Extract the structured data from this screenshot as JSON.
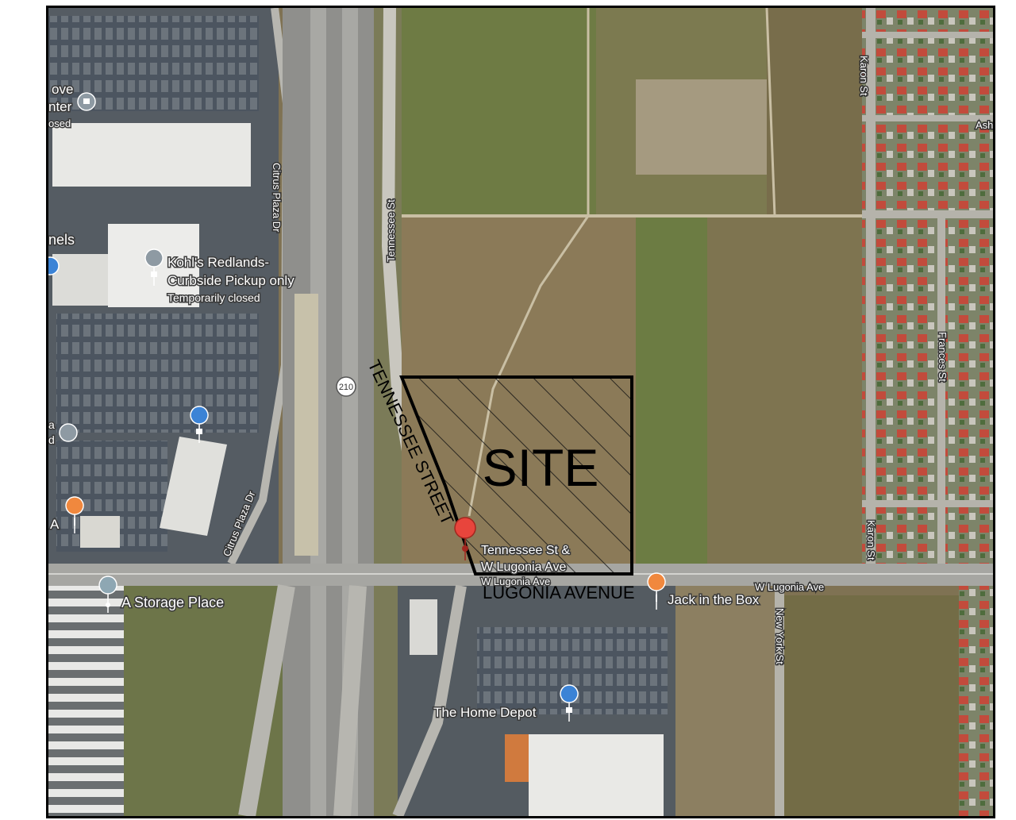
{
  "site_label": "SITE",
  "annotations": {
    "tennessee_street": "TENNESSEE STREET",
    "lugonia_avenue": "LUGONIA AVENUE"
  },
  "streets": {
    "tennessee_st": "Tennessee St",
    "citrus_plaza_dr_north": "Citrus Plaza Dr",
    "citrus_plaza_dr_south": "Citrus Plaza Dr",
    "karon_st_north": "Karon St",
    "karon_st_south": "Karon St",
    "frances_st": "Frances St",
    "new_york_st": "New York St",
    "w_lugonia_ave": "W Lugonia Ave",
    "ash_partial": "Ash",
    "route_210": "210"
  },
  "places": {
    "kohls_line1": "Kohl's Redlands-",
    "kohls_line2": "Curbside Pickup only",
    "kohls_status": "Temporarily closed",
    "storage": "A Storage Place",
    "home_depot": "The Home Depot",
    "jack_in_the_box": "Jack in the Box",
    "intersection_line1": "Tennessee St &",
    "intersection_line2": "W Lugonia Ave",
    "intersection_line3": "W Lugonia Ave",
    "partial_top_line1": "ove",
    "partial_top_line2": "nter",
    "partial_top_line3": "osed",
    "partial_left_mid": "nels",
    "partial_left_a": "A",
    "partial_left_x1": "a",
    "partial_left_x2": "d"
  },
  "colors": {
    "field_brown": "#8a7a58",
    "field_green": "#6f7d45",
    "road": "#a9a9a6",
    "freeway": "#8d8d8a",
    "parking": "#4c5560",
    "building": "#e6e6e3",
    "pin_red": "#e8453c",
    "pin_orange": "#f0883e",
    "pin_blue": "#3b83d6",
    "pin_gray": "#8e9aa3"
  }
}
